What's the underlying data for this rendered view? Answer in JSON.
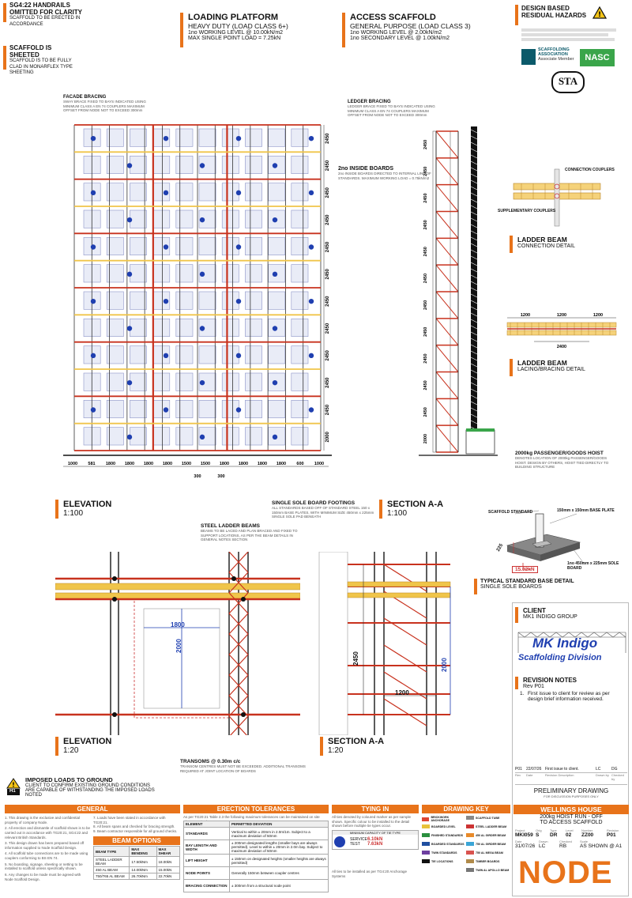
{
  "header": {
    "handrails": {
      "title": "SG4:22 HANDRAILS OMITTED FOR CLARITY",
      "body": "SCAFFOLD TO BE ERECTED IN ACCORDANCE"
    },
    "sheeted": {
      "title": "SCAFFOLD IS SHEETED",
      "body": "SCAFFOLD IS TO BE FULLY CLAD IN MONARFLEX TYPE SHEETING"
    },
    "loading": {
      "title": "LOADING PLATFORM",
      "class": "HEAVY DUTY (LOAD CLASS 6+)",
      "line1": "1no WORKING LEVEL @ 10.00kN/m2",
      "line2": "MAX SINGLE POINT LOAD = 7.25kN"
    },
    "access": {
      "title": "ACCESS SCAFFOLD",
      "class": "GENERAL PURPOSE (LOAD CLASS 3)",
      "line1": "1no WORKING LEVEL @ 2.00kN/m2",
      "line2": "1no SECONDARY LEVEL @ 1.00kN/m2"
    },
    "hazards": {
      "title1": "DESIGN BASED",
      "title2": "RESIDUAL HAZARDS"
    },
    "logos": {
      "sa1": "SCAFFOLDING",
      "sa2": "ASSOCIATION",
      "sa3": "Associate Member",
      "nasc": "NASC",
      "sta": "STA"
    }
  },
  "elevation_main": {
    "facade_title": "FACADE BRACING",
    "facade_note": "SWAY BRACE FIXED TO BAYS INDICATED USING MINIMUM CLASS A EN 74 COUPLERS MAXIMUM OFFSET FROM NODE NOT TO EXCEED 300mm",
    "inside_boards_title": "2no INSIDE BOARDS",
    "inside_boards_note": "2no INSIDE BOARDS DIRECTED TO INTERNAL LINE OF STANDARDS. MAXIMUM WORKING LOAD = 0.75kN/m2",
    "lift_heights": [
      "2450",
      "2450",
      "2450",
      "2450",
      "2450",
      "2450",
      "2450",
      "2450",
      "2450",
      "2450",
      "2450",
      "2000"
    ],
    "bay_widths": [
      "1000",
      "581",
      "1800",
      "1800",
      "1800",
      "1800",
      "1500",
      "1500",
      "1800",
      "1800",
      "1800",
      "1800",
      "600",
      "1000"
    ],
    "extra_dims": [
      "300",
      "300"
    ],
    "title": "ELEVATION",
    "scale": "1:100",
    "sole_title": "SINGLE SOLE BOARD FOOTINGS",
    "sole_note": "ALL STANDARDS BASED OFF OF STANDARD STEEL 150 x 150mm BASE PLATES, WITH MINIMUM SIZE 450mm x 225mm SINGLE SOLE PAD BENEATH"
  },
  "section_main": {
    "ledger_title": "LEDGER BRACING",
    "ledger_note": "LEDGER BRACE FIXED TO BAYS INDICATED USING MINIMUM CLASS A EN 74 COUPLERS MAXIMUM OFFSET FROM NODE NOT TO EXCEED 300mm",
    "hoist_title": "2000kg PASSENGER/GOODS HOIST",
    "hoist_note": "DENOTES LOCATION OF 2000kg PASSENGER/GOODS HOIST. DESIGN BY OTHERS, HOIST TIED DIRECTLY TO BUILDING STRUCTURE",
    "title": "SECTION A-A",
    "scale": "1:100"
  },
  "details": {
    "connection_couplers": "CONNECTION COUPLERS",
    "supplementary": "SUPPLEMENTARY COUPLERS",
    "ladder_beam_title": "LADDER BEAM",
    "ladder_beam_sub": "CONNECTION DETAIL",
    "lacing_dims": [
      "1200",
      "1200",
      "1200",
      "2400"
    ],
    "lacing_title": "LADDER BEAM",
    "lacing_sub": "LACING/BRACING DETAIL",
    "base_title": "TYPICAL STANDARD BASE DETAIL",
    "base_sub": "SINGLE SOLE BOARDS",
    "scaffold_standard": "SCAFFOLD STANDARD",
    "base_plate": "150mm x 150mm BASE PLATE",
    "sole_board": "1no 450mm x 225mm SOLE BOARD",
    "load": "15.02kN",
    "base_dim": "225"
  },
  "elevation_detail": {
    "steel_title": "STEEL LADDER BEAMS",
    "steel_note": "BEAMS TO BE LACED AND PLAN BRACED AND FIXED TO SUPPORT LOCATIONS, AS PER THE BEAM DETAILS IN GENERAL NOTES SECTION",
    "width": "1800",
    "height": "2000",
    "title": "ELEVATION",
    "scale": "1:20",
    "transoms_title": "TRANSOMS @ 0.30m c/c",
    "transoms_note": "TRANSOM CENTRES MUST NOT BE EXCEEDED. ADDITIONAL TRANSOMS REQUIRED AT JOINT LOCATION OF BOARDS"
  },
  "section_detail": {
    "h1": "2450",
    "h2": "2000",
    "w": "1200",
    "title": "SECTION A-A",
    "scale": "1:20"
  },
  "client": {
    "label": "CLIENT",
    "name": "MK1 INDIGO GROUP",
    "logo1": "MK Indigo",
    "logo2": "Scaffolding Division"
  },
  "revision": {
    "title": "REVISION NOTES",
    "rev": "Rev P01",
    "notes": [
      "First issue to client for review as per design brief information received."
    ],
    "row": {
      "rev": "P01",
      "date": "22/07/26",
      "desc": "First issue to client.",
      "by": "LC",
      "chk": "DG"
    },
    "col_labels": [
      "Rev",
      "Date",
      "Revision Description",
      "Drawn by",
      "Checked by"
    ]
  },
  "status": {
    "title": "PRELIMINARY DRAWING",
    "sub": "FOR DISCUSSION PURPOSES ONLY"
  },
  "project": {
    "title": "WELLINGS HOUSE",
    "line1": "200kg HOIST RUN - OFF",
    "line2": "TO ACCESS SCAFFOLD"
  },
  "drawing_no": {
    "labels": [
      "Project",
      "Orig",
      "Type",
      "Level",
      "Number",
      "Revision"
    ],
    "values": [
      "MKI059",
      "S",
      "DR",
      "02",
      "ZZ00",
      "P01"
    ],
    "date_labels": [
      "Date",
      "Drawn",
      "Checked",
      "Scale"
    ],
    "date_values": [
      "31/07/26",
      "LC",
      "RB",
      "AS SHOWN @ A1"
    ],
    "brand": "NODE"
  },
  "imposed": {
    "badge": "H1",
    "title": "IMPOSED LOADS TO GROUND",
    "body": "CLIENT TO CONFIRM EXISTING GROUND CONDITIONS ARE CAPABLE OF WITHSTANDING THE IMPOSED LOADS NOTED"
  },
  "general": {
    "title": "GENERAL",
    "notes": [
      "This drawing is the exclusive and confidential property of company Node.",
      "All erection and dismantle of scaffold shown is to be carried out in accordance with TG20:21, SG4:22 and relevant British Standards.",
      "This design drawn has been prepared based off information supplied to Node Scaffold Design.",
      "All scaffold tube connections are to be made using couplers conforming to BS EN 74.",
      "No boarding, signage, sheeting or netting to be installed to scaffold unless specifically shown.",
      "Any changes to be made must be agreed with Node Scaffold Design."
    ],
    "notes2": [
      "Loads have been stated in accordance with TG20:21.",
      "All beam spans and checked for bracing strength.",
      "Beam contractor responsible for all ground checks."
    ]
  },
  "beam_options": {
    "title": "BEAM OPTIONS",
    "headers": [
      "BEAM TYPE",
      "MAX BENDING",
      "MAX SHEAR"
    ],
    "rows": [
      [
        "STEEL LADDER BEAM",
        "17.50kNm",
        "18.00kN"
      ],
      [
        "450 AL BEAM",
        "14.00kNm",
        "15.00kN"
      ],
      [
        "750/765 AL BEAM",
        "26.70kNm",
        "22.70kN"
      ]
    ]
  },
  "erection": {
    "title": "ERECTION TOLERANCES",
    "intro": "As per TG20:21 Table 2.3 the following maximum tolerances can be maintained on site where required.",
    "headers": [
      "ELEMENT",
      "PERMITTED DEVIATION"
    ],
    "rows": [
      [
        "STANDARDS",
        "Vertical to within ± 20mm in 2.0m/1m. Subject to a maximum deviation of 50mm"
      ],
      [
        "BAY LENGTH AND WIDTH",
        "± 200mm designated lengths (smaller bays are always permitted). Level to within ± 20mm in 2.0m bay. Subject to maximum deviation of 50mm"
      ],
      [
        "LIFT HEIGHT",
        "± 150mm on designated heights (smaller heights are always permitted)"
      ],
      [
        "NODE POINTS",
        "Generally 150mm between coupler centres"
      ],
      [
        "BRACING CONNECTION",
        "± 300mm from a structural node point"
      ]
    ]
  },
  "tying": {
    "title": "TYING IN",
    "note": "All ties denoted by coloured marker as per sample shown. Specific colour to be installed to the detail shown before multiple tie types occur.",
    "header": "MINIMUM CAPACITY OF TIE TYPE",
    "service_label": "SERVICE",
    "service_value": "6.10kN",
    "test_label": "TEST",
    "test_value": "7.63kN",
    "footer": "All ties to be installed as per TG4:20 Anchorage Systems"
  },
  "drawing_key": {
    "title": "DRAWING KEY",
    "items": [
      "BRICKWORK ANCHORAGE",
      "BOARDED LEVEL",
      "FINISHED STANDARDS",
      "BOARDED STANDARDS",
      "TWIN STANDARDS",
      "TIE LOCATIONS",
      "SCAFFOLD TUBE",
      "STEEL LADDER BEAM",
      "450 AL GIRDER BEAM",
      "750 AL GIRDER BEAM",
      "750 AL MEGA BEAM",
      "TIMBER BOARDS",
      "TWIN AL APOLLO BEAM"
    ],
    "colors": [
      "#d43",
      "#e8c23a",
      "#2a8f3e",
      "#1f4fa0",
      "#6d3fa0",
      "#111",
      "#888",
      "#c33",
      "#e88a2a",
      "#3ba5d6",
      "#d9534f",
      "#b08a4a",
      "#777"
    ]
  },
  "colors": {
    "accent": "#e8731a",
    "scaffold": "#c8321e",
    "tie": "#1f3fb0",
    "board": "#f0c54a"
  }
}
